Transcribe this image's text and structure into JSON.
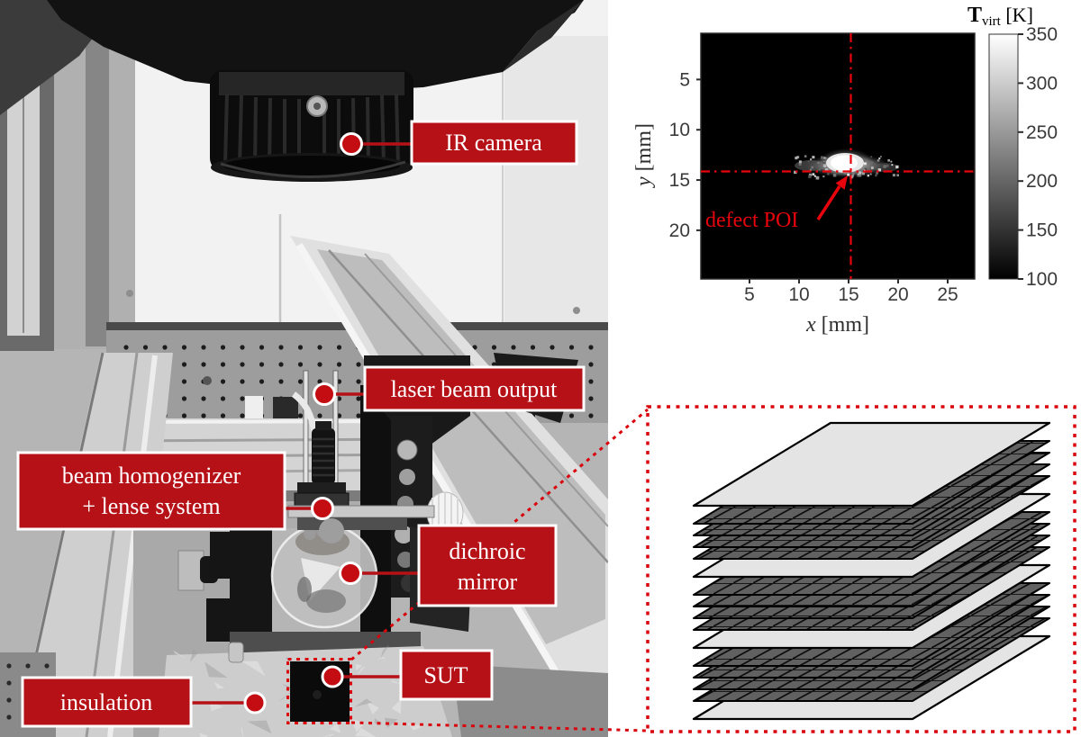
{
  "figure": {
    "description_left": "photograph of laser thermography test bench with red callout labels",
    "accent_red_box": "#b51117",
    "accent_red_dot": "#c30d13",
    "accent_red_bright": "#e8040c"
  },
  "annotations": {
    "ir_camera": {
      "label": "IR camera"
    },
    "laser_beam_output": {
      "label": "laser beam output"
    },
    "beam_homogenizer": {
      "line1": "beam homogenizer",
      "line2": "+ lense system"
    },
    "dichroic_mirror": {
      "line1": "dichroic",
      "line2": "mirror"
    },
    "sut": {
      "label": "SUT"
    },
    "insulation": {
      "label": "insulation"
    }
  },
  "chart_data": {
    "type": "heatmap",
    "title_main": "T",
    "title_sub": "virt",
    "title_unit": " [K]",
    "xlabel_var": "x",
    "xlabel_unit": " [mm]",
    "ylabel_var": "y",
    "ylabel_unit": " [mm]",
    "x_ticks": [
      5,
      10,
      15,
      20,
      25
    ],
    "y_ticks": [
      5,
      10,
      15,
      20
    ],
    "x_range_mm": [
      0,
      27.7
    ],
    "y_range_mm": [
      0.4,
      25
    ],
    "colorbar_ticks": [
      350,
      300,
      250,
      200,
      150,
      100
    ],
    "colorbar_range": [
      100,
      350
    ],
    "colormap": "gray",
    "background_value_K": 100,
    "hotspot": {
      "x_mm": 14.6,
      "y_mm": 13.2,
      "peak_value_K": 350,
      "extent_x_mm": [
        9,
        19
      ],
      "extent_y_mm": [
        11,
        15.5
      ]
    },
    "poi": {
      "label": "defect POI",
      "x_mm": 15.2,
      "y_mm": 14.2
    }
  },
  "diagram": {
    "name": "laminate stack-up of SUT",
    "layers": [
      "skin",
      "ply",
      "ply",
      "ply",
      "ply",
      "skin",
      "ply",
      "ply",
      "ply",
      "ply",
      "skin",
      "ply",
      "ply",
      "ply",
      "ply",
      "skin"
    ],
    "ply_color": "#616161",
    "skin_color": "#e4e4e4",
    "outline_color": "#000000"
  }
}
